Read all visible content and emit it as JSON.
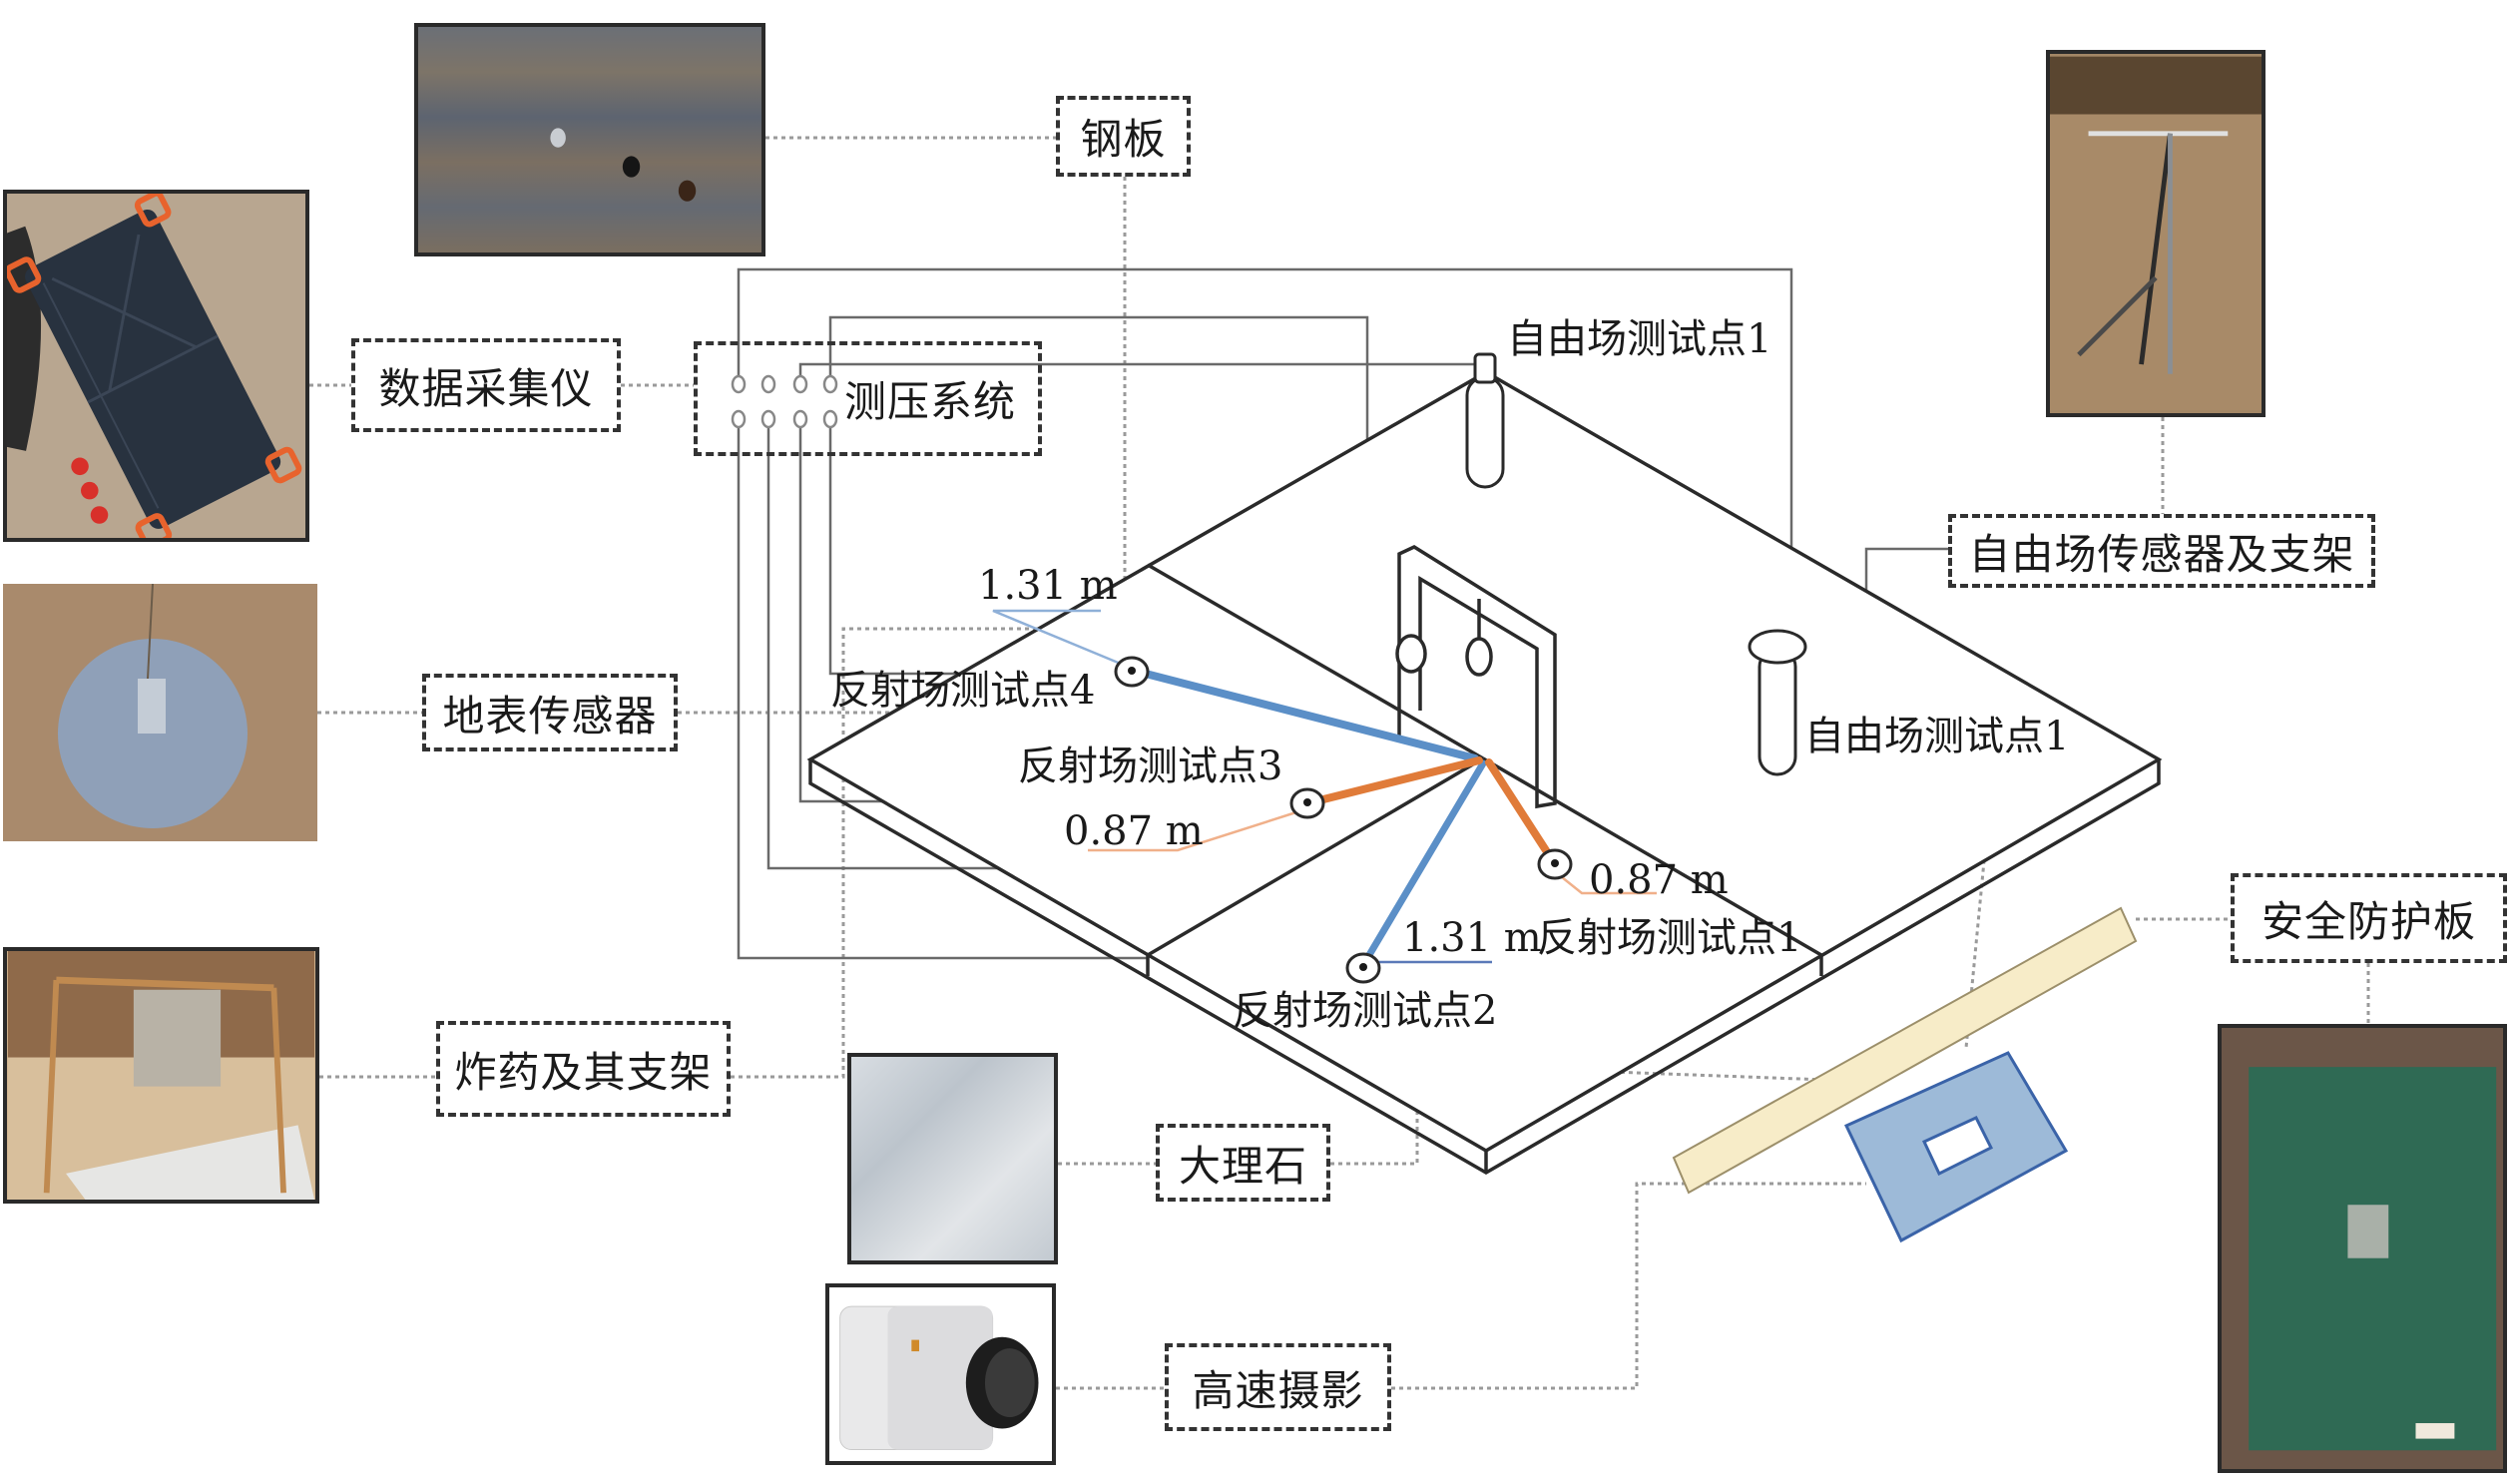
{
  "title": "Field explosion test layout diagram",
  "labels": {
    "steel_plate": "钢板",
    "data_acquisition": "数据采集仪",
    "pressure_system": "测压系统",
    "ground_sensor": "地表传感器",
    "explosive_support": "炸药及其支架",
    "marble": "大理石",
    "high_speed_camera": "高速摄影",
    "free_field_sensor_support": "自由场传感器及支架",
    "safety_shield": "安全防护板"
  },
  "test_points": {
    "free_field_1_top": "自由场测试点1",
    "free_field_1_right": "自由场测试点1",
    "reflect_1": "反射场测试点1",
    "reflect_2": "反射场测试点2",
    "reflect_3": "反射场测试点3",
    "reflect_4": "反射场测试点4"
  },
  "distances": {
    "reflect_4": "1.31 m",
    "reflect_3": "0.87 m",
    "reflect_1": "0.87 m",
    "reflect_2": "1.31 m"
  },
  "colors": {
    "long_distance_line": "#5b8fc7",
    "short_distance_line": "#e07b39",
    "shield_board": "#f7ecc8",
    "camera_window": "#9dbad8",
    "wire": "#666666"
  },
  "photos": {
    "steel_plate": "steel plate photo",
    "data_acquisition": "data acquisition device photo",
    "ground_sensor": "ground sensor photo",
    "explosive_support": "explosive and support frame photo",
    "marble": "marble slab photo",
    "high_speed_camera": "high-speed camera photo",
    "free_field_sensor": "free field sensor and support photo",
    "safety_shield": "green safety shield photo"
  }
}
